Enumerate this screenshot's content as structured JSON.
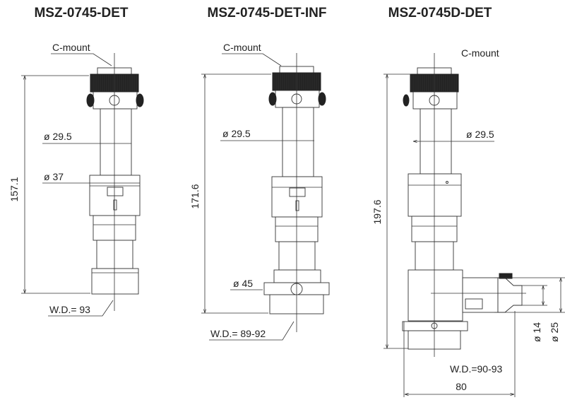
{
  "models": [
    {
      "title": "MSZ-0745-DET",
      "mount_label": "C-mount",
      "height_dim": "157.1",
      "dia_labels": [
        "ø 29.5",
        "ø 37"
      ],
      "wd_label": "W.D.= 93"
    },
    {
      "title": "MSZ-0745-DET-INF",
      "mount_label": "C-mount",
      "height_dim": "171.6",
      "dia_labels": [
        "ø 29.5",
        "ø 45"
      ],
      "wd_label": "W.D.= 89-92"
    },
    {
      "title": "MSZ-0745D-DET",
      "mount_label": "C-mount",
      "height_dim": "197.6",
      "dia_labels": [
        "ø 29.5",
        "ø 14",
        "ø 25"
      ],
      "wd_label": "W.D.=90-93",
      "width_dim": "80"
    }
  ],
  "colors": {
    "line": "#333333",
    "knurl": "#222222"
  }
}
